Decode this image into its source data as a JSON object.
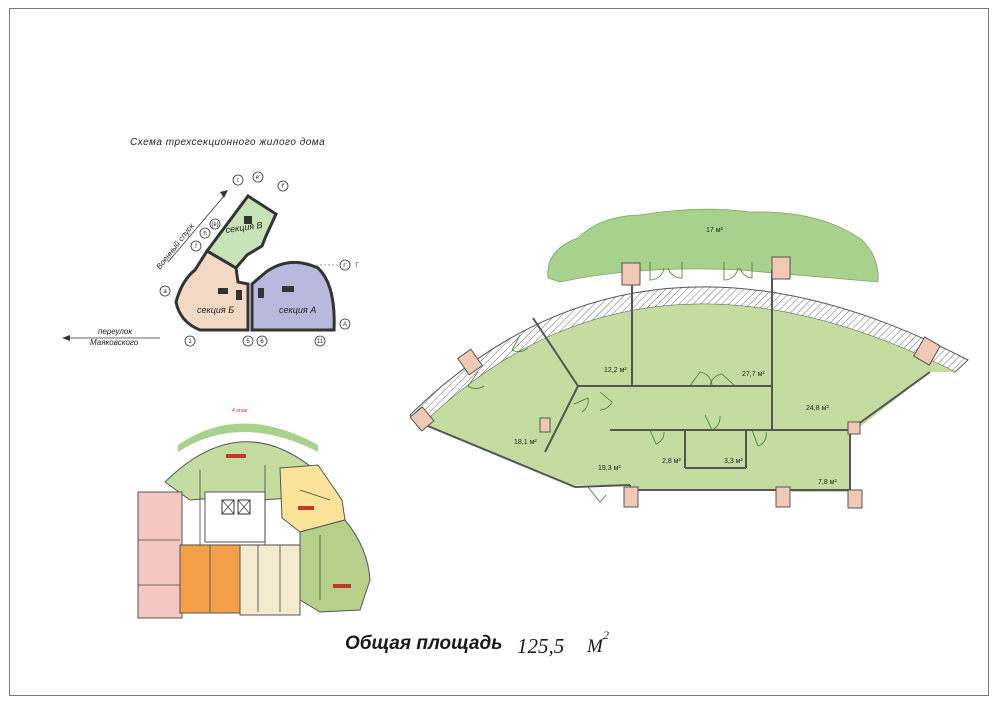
{
  "scheme": {
    "title": "Схема трехсекционного жилого дома",
    "street_1": "переулок",
    "street_2": "Маяковского",
    "road": "Военный спуск",
    "section_a": "секция  А",
    "section_b": "секция  Б",
    "section_v": "секция  В",
    "axis_labels": [
      "а",
      "t",
      "e'",
      "f'",
      "h",
      "f",
      "(e)",
      "г'",
      "1",
      "5",
      "6",
      "11",
      "А",
      "Г"
    ]
  },
  "floor_plan": {
    "floor_label": "4 этаж"
  },
  "apartment": {
    "rooms": [
      "17 м²",
      "12,2 м²",
      "27,7 м²",
      "24,8 м²",
      "18,1 м²",
      "19,3 м²",
      "2,8 м²",
      "3,3 м²",
      "7,8 м²"
    ]
  },
  "total": {
    "label": "Общая площадь",
    "value": "125,5",
    "unit": "М",
    "sup": "2"
  },
  "colors": {
    "room_green": "#c4dca0",
    "balcony_green": "#a9d18e",
    "section_a": "#b8b9dc",
    "section_b": "#f3d9c4",
    "section_v": "#c9e3b9",
    "pier": "#f0c8b4"
  }
}
